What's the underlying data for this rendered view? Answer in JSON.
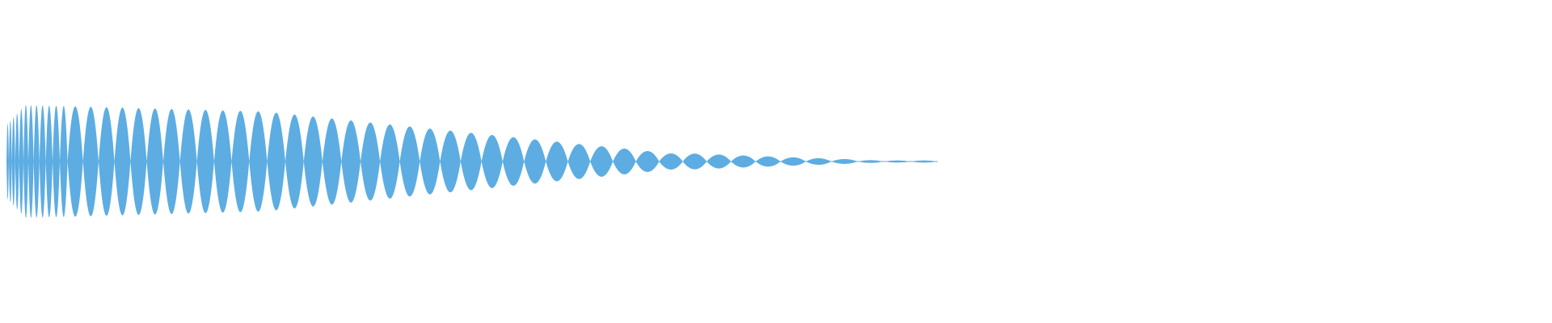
{
  "waveform": {
    "color": "#5dade2",
    "background": "#ffffff",
    "shape": "decaying-oscillation",
    "peak_amplitude": 1.0,
    "final_amplitude": 0.02
  }
}
